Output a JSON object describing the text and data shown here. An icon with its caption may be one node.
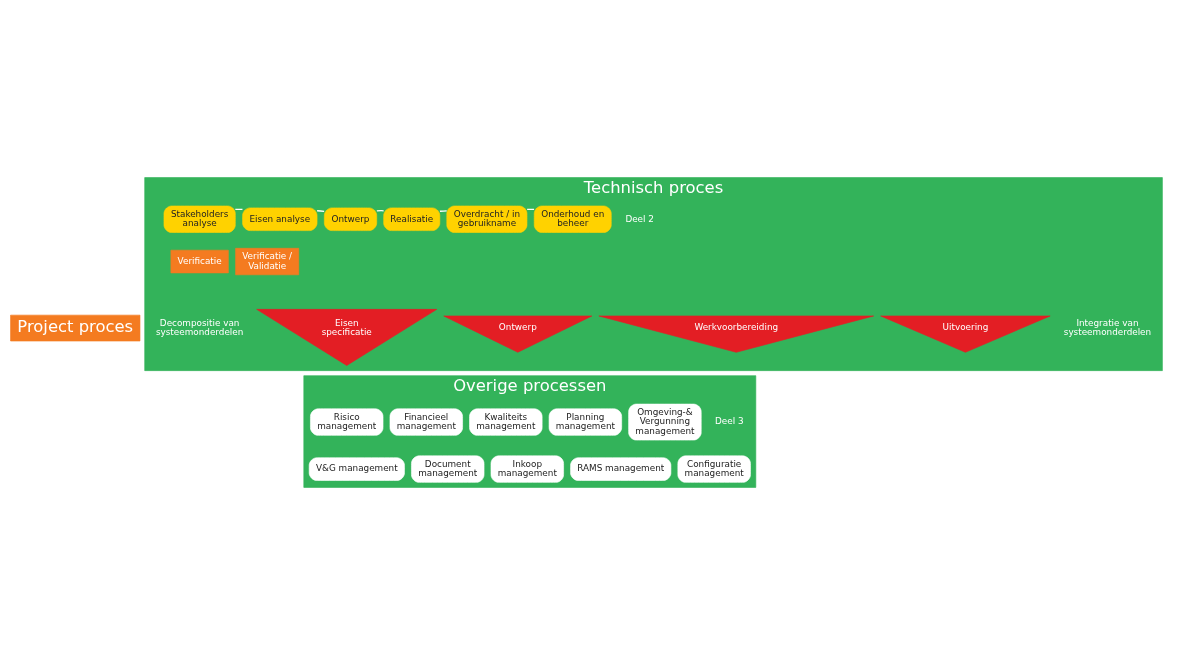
{
  "diagram": {
    "nodes": [
      {
        "text": [
          "Project proces"
        ]
      },
      {
        "text": [
          "Technisch proces"
        ]
      },
      {
        "text": [
          "Stakeholders analyse"
        ],
        "in": 1
      },
      {
        "text": [
          "Eisen analyse"
        ],
        "in": 1
      },
      {
        "text": [
          "Ontwerp"
        ],
        "in": 1
      },
      {
        "text": [
          "Realisatie"
        ],
        "in": 1
      },
      {
        "text": [
          "Overdracht / in gebruikname"
        ],
        "in": 1
      },
      {
        "text": [
          "Onderhoud en beheer"
        ],
        "in": 1
      },
      {
        "text": [
          "Verificatie"
        ],
        "in": 1
      },
      {
        "text": [
          "Verificatie / Validatie"
        ],
        "in": 1
      },
      {
        "text": [
          "Eisen specificatie"
        ],
        "in": 1
      },
      {
        "text": [
          "Ontwerp"
        ],
        "in": 1
      },
      {
        "text": [
          "Werkvoorbereiding"
        ],
        "in": 1
      },
      {
        "text": [
          "Uitvoering"
        ],
        "in": 1
      },
      {
        "text": [
          "Overige processen"
        ]
      },
      {
        "text": [
          "Risico management"
        ],
        "in": 14
      },
      {
        "text": [
          "Financieel management"
        ],
        "in": 14
      },
      {
        "text": [
          "Kwaliteits management"
        ],
        "in": 14
      },
      {
        "text": [
          "Planning management"
        ],
        "in": 14
      },
      {
        "text": [
          "Omgeving-& Vergunning management"
        ],
        "in": 14
      },
      {
        "text": [
          "V&G management"
        ],
        "in": 14
      },
      {
        "text": [
          "Document management"
        ],
        "in": 14
      },
      {
        "text": [
          "Inkoop management"
        ],
        "in": 14
      },
      {
        "text": [
          "RAMS management"
        ],
        "in": 14
      },
      {
        "text": [
          "Configuratie management"
        ],
        "in": 14
      }
    ],
    "edges": [
      {
        "from": 2,
        "to": 3,
        "arrow": "none"
      },
      {
        "from": 3,
        "to": 4,
        "arrow": "none"
      },
      {
        "from": 4,
        "to": 5,
        "arrow": "none"
      },
      {
        "from": 5,
        "to": 6,
        "arrow": "none"
      },
      {
        "from": 6,
        "to": 7,
        "arrow": "none"
      }
    ],
    "labels": [
      "Decompositie van systeemonderdelen",
      "Integratie van systeemonderdelen",
      "Deel 2",
      "Deel 3"
    ]
  }
}
